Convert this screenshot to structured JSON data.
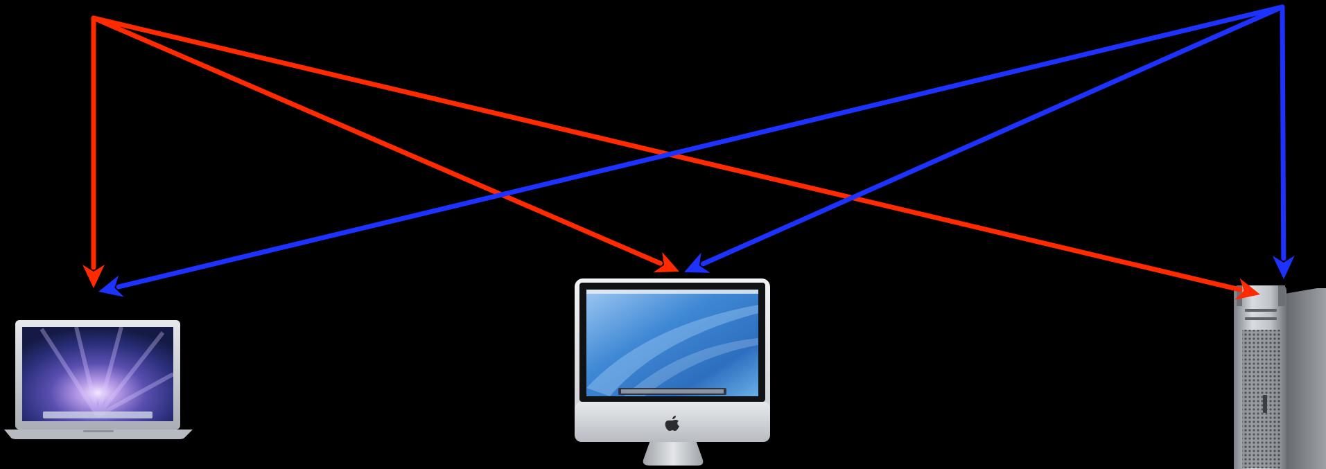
{
  "diagram": {
    "background": "#000000",
    "nodes": [
      {
        "id": "laptop",
        "kind": "macbook-air",
        "icon": "laptop-icon"
      },
      {
        "id": "imac",
        "kind": "imac",
        "icon": "imac-icon"
      },
      {
        "id": "tower",
        "kind": "mac-pro",
        "icon": "tower-icon"
      }
    ],
    "sources": [
      {
        "id": "source-left",
        "color": "#ff2a00"
      },
      {
        "id": "source-right",
        "color": "#1e32ff"
      }
    ],
    "edges": [
      {
        "from": "source-left",
        "to": "laptop",
        "color": "#ff2a00"
      },
      {
        "from": "source-left",
        "to": "imac",
        "color": "#ff2a00"
      },
      {
        "from": "source-left",
        "to": "tower",
        "color": "#ff2a00"
      },
      {
        "from": "source-right",
        "to": "laptop",
        "color": "#1e32ff"
      },
      {
        "from": "source-right",
        "to": "imac",
        "color": "#1e32ff"
      },
      {
        "from": "source-right",
        "to": "tower",
        "color": "#1e32ff"
      }
    ]
  }
}
